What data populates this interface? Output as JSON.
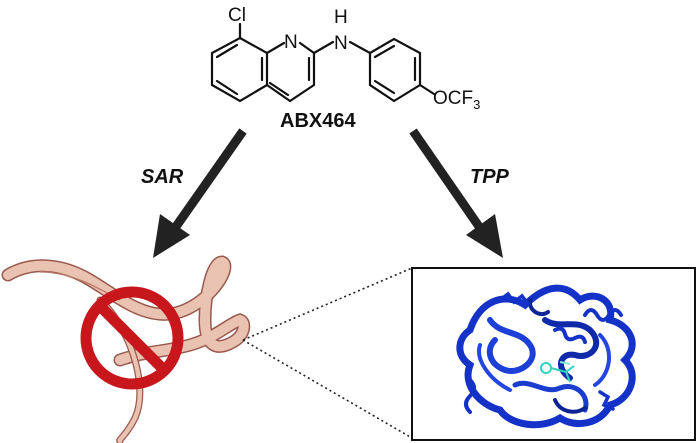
{
  "molecule": {
    "atoms": {
      "chlorine": "Cl",
      "ring_nitrogen": "N",
      "amine_h": "H",
      "amine_n": "N",
      "substituent_main": "OCF",
      "substituent_subscript": "3"
    },
    "compound_name": "ABX464"
  },
  "arrows": {
    "left_label": "SAR",
    "right_label": "TPP"
  },
  "colors": {
    "arrow": "#222222",
    "worm_fill": "#e9c2b2",
    "worm_stroke": "#9a5a4e",
    "prohibit": "#c8161d",
    "protein": "#1432c8",
    "ligand": "#2fd3c0"
  },
  "icons": {
    "worm": "nematode-worm-icon",
    "prohibit": "prohibition-sign-icon",
    "protein": "protein-ribbon-structure"
  }
}
